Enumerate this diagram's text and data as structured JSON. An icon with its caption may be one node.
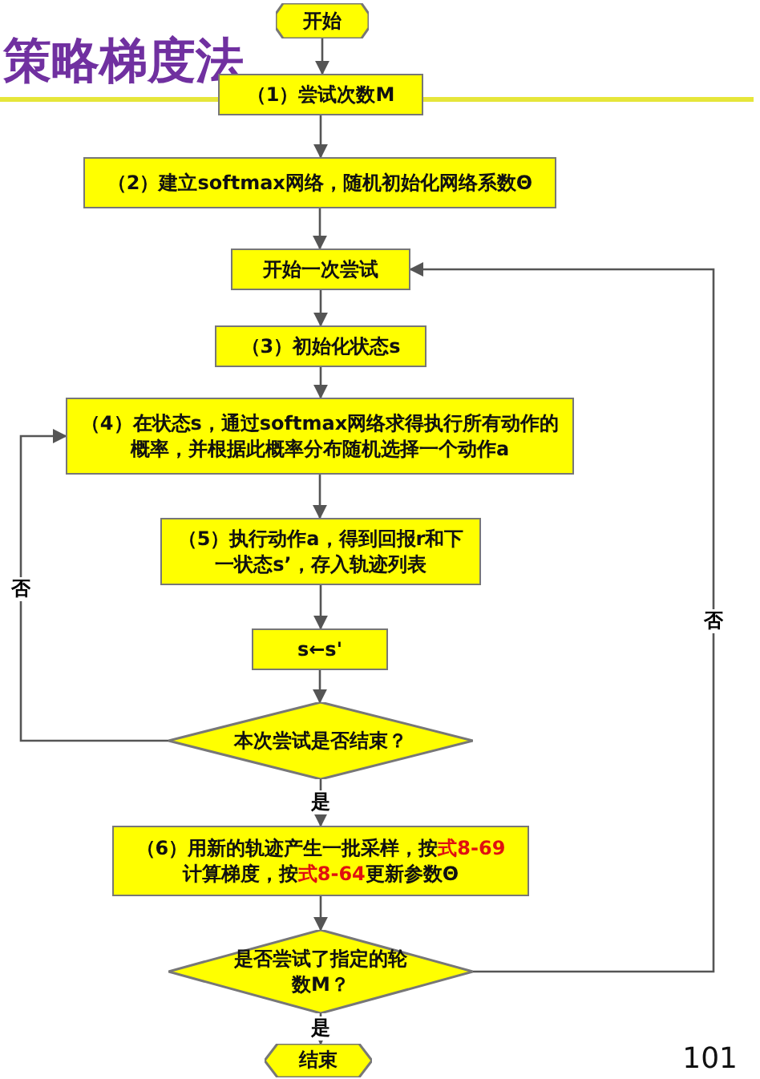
{
  "diagram": {
    "title": "策略梯度法",
    "nodes": [
      {
        "text": [
          "开始"
        ]
      },
      {
        "text": [
          "（1）尝试次数M"
        ]
      },
      {
        "text": [
          "（2）建立softmax网络，随机初始化网络系数Θ"
        ]
      },
      {
        "text": [
          "开始一次尝试"
        ]
      },
      {
        "text": [
          "（3）初始化状态s"
        ]
      },
      {
        "text": [
          "（4）在状态s，通过softmax网络求得执行所有动作的概率，并根据此概率分布随机选择一个动作a"
        ]
      },
      {
        "text": [
          "（5）执行动作a，得到回报r和下一状态s’，存入轨迹列表"
        ]
      },
      {
        "text": [
          "s←s'"
        ]
      },
      {
        "text": [
          "本次尝试是否结束？"
        ]
      },
      {
        "text": [
          "（6）用新的轨迹产生一批采样，按**式8-69**计算梯度，按**式8-64**更新参数Θ"
        ]
      },
      {
        "text": [
          "是否尝试了指定的轮数M？"
        ]
      },
      {
        "text": [
          "结束"
        ]
      }
    ],
    "edges": [
      {
        "from": 0,
        "to": 1,
        "arrow": "to"
      },
      {
        "from": 1,
        "to": 2,
        "arrow": "to"
      },
      {
        "from": 2,
        "to": 3,
        "arrow": "to"
      },
      {
        "from": 3,
        "to": 4,
        "arrow": "to"
      },
      {
        "from": 4,
        "to": 5,
        "arrow": "to"
      },
      {
        "from": 5,
        "to": 6,
        "arrow": "to"
      },
      {
        "from": 6,
        "to": 7,
        "arrow": "to"
      },
      {
        "from": 7,
        "to": 8,
        "arrow": "to"
      },
      {
        "from": 8,
        "to": 9,
        "arrow": "to",
        "label": "是"
      },
      {
        "from": 8,
        "to": 5,
        "arrow": "to",
        "label": "否"
      },
      {
        "from": 9,
        "to": 10,
        "arrow": "to"
      },
      {
        "from": 10,
        "to": 11,
        "arrow": "to",
        "label": "是"
      },
      {
        "from": 10,
        "to": 3,
        "arrow": "to",
        "label": "否"
      }
    ],
    "labels": [
      "101"
    ]
  }
}
